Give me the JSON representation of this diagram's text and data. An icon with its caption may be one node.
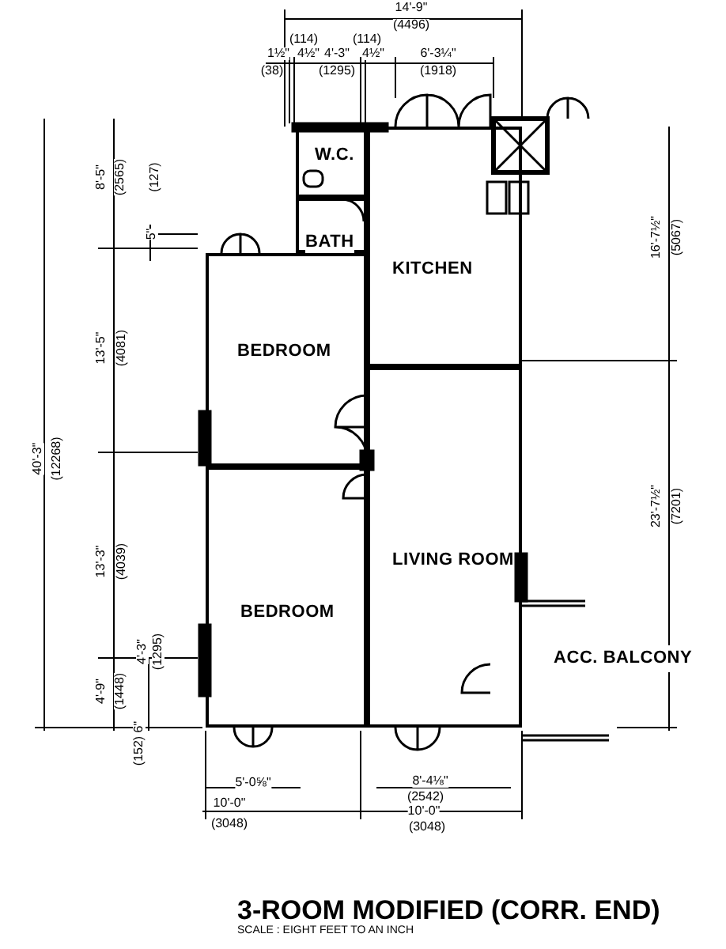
{
  "diagram": {
    "title": "3-ROOM MODIFIED (CORR. END)",
    "caption": "SCALE : EIGHT FEET TO AN INCH",
    "nodes": [
      {
        "text": [
          "W.C."
        ]
      },
      {
        "text": [
          "BATH"
        ]
      },
      {
        "text": [
          "KITCHEN"
        ]
      },
      {
        "text": [
          "BEDROOM"
        ]
      },
      {
        "text": [
          "BEDROOM"
        ]
      },
      {
        "text": [
          "LIVING ROOM"
        ]
      },
      {
        "text": [
          "ACC. BALCONY"
        ]
      }
    ],
    "labels": [
      "14'-9\"",
      "(4496)",
      "(114)",
      "(114)",
      "1½\"",
      "4½\"",
      "4'-3\"",
      "4½\"",
      "6'-3¼\"",
      "(38)",
      "(1295)",
      "(1918)",
      "40'-3\"",
      "(12268)",
      "8'-5\"",
      "(2565)",
      "5\"",
      "(127)",
      "13'-5\"",
      "(4081)",
      "13'-3\"",
      "(4039)",
      "4'-9\"",
      "(1448)",
      "(152) 6\"",
      "4'-3\"",
      "(1295)",
      "16'-7½\"",
      "(5067)",
      "23'-7½\"",
      "(7201)",
      "5'-0⅝\"",
      "10'-0\"",
      "(3048)",
      "8'-4⅛\"",
      "(2542)",
      "10'-0\"",
      "(3048)"
    ]
  }
}
